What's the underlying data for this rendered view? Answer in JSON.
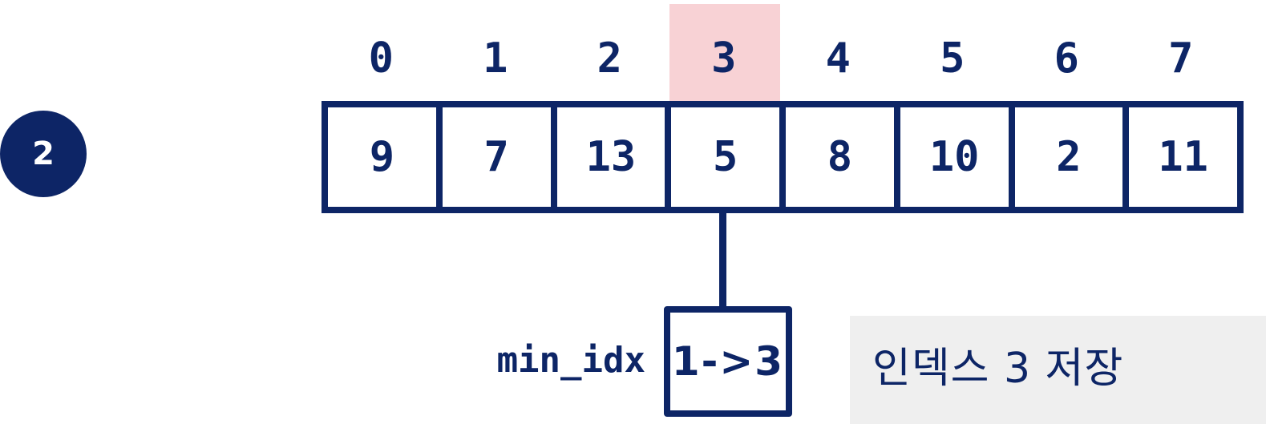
{
  "step": {
    "number": "2"
  },
  "indices": [
    "0",
    "1",
    "2",
    "3",
    "4",
    "5",
    "6",
    "7"
  ],
  "highlighted_index": "3",
  "array": {
    "values": [
      "9",
      "7",
      "13",
      "5",
      "8",
      "10",
      "2",
      "11"
    ]
  },
  "min_idx": {
    "label": "min_idx",
    "value": "1->3"
  },
  "note": {
    "text": "인덱스 3 저장"
  },
  "colors": {
    "primary": "#0d2566",
    "highlight": "#f8d2d5",
    "note_background": "#efefef"
  }
}
